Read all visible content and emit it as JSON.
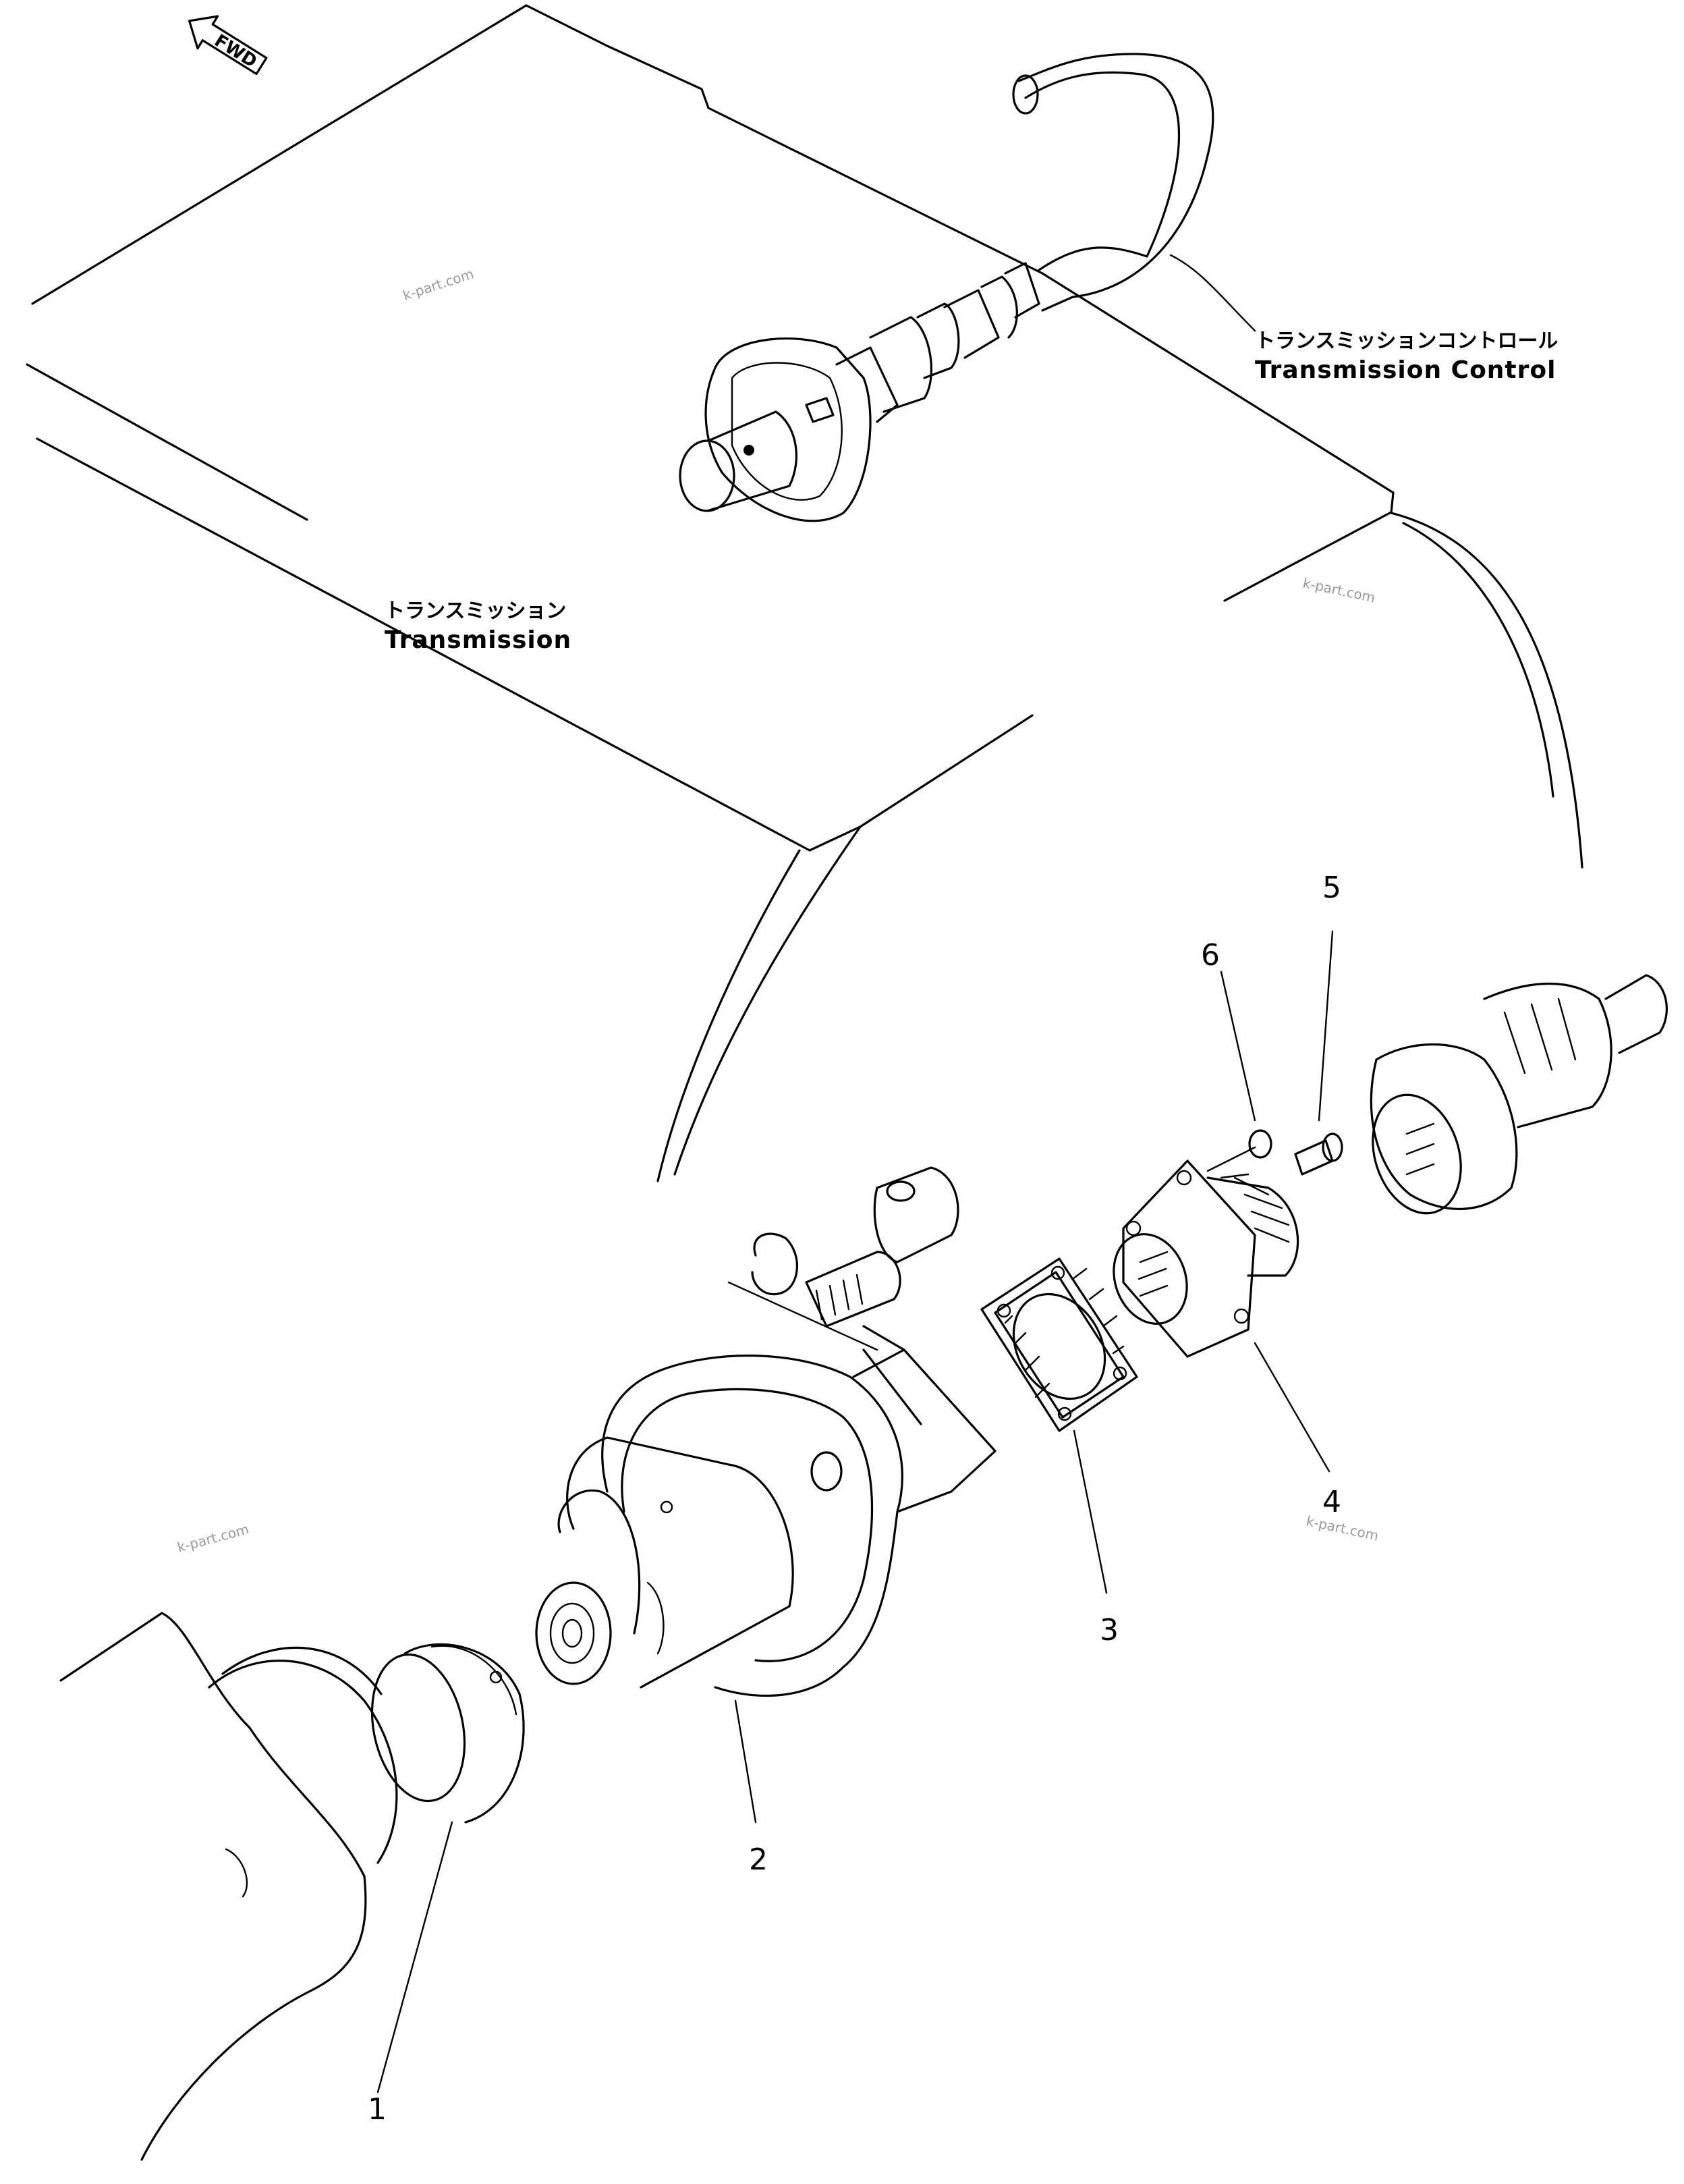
{
  "direction_arrow": {
    "text": "FWD",
    "icon": "fwd-arrow-icon"
  },
  "labels": {
    "transmission_control": {
      "jp": "トランスミッションコントロール",
      "en": "Transmission Control"
    },
    "transmission": {
      "jp": "トランスミッション",
      "en": "Transmission"
    }
  },
  "callouts": [
    "1",
    "2",
    "3",
    "4",
    "5",
    "6"
  ],
  "watermark": "k-part.com"
}
